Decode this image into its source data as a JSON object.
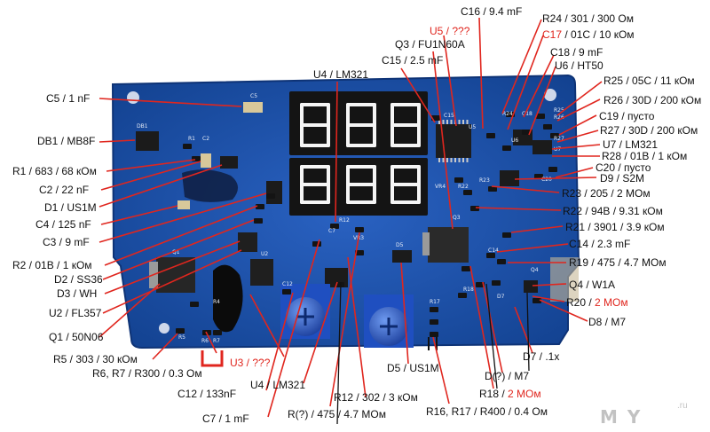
{
  "labels": {
    "c5": "C5 / 1 nF",
    "db1": "DB1 / MB8F",
    "r1": "R1 / 683 / 68 кОм",
    "c2": "C2 / 22 nF",
    "d1": "D1 / US1M",
    "c4": "C4 / 125 nF",
    "c3": "C3 / 9 mF",
    "r2": "R2 / 01B / 1 кОм",
    "d2": "D2 / SS36",
    "d3": "D3 / WH",
    "u2": "U2 / FL357",
    "q1": "Q1 / 50N06",
    "r5": "R5 / 303 / 30 кОм",
    "r6r7": "R6, R7 / R300 / 0.3 Ом",
    "u3": "U3 / ???",
    "c12": "C12 / 133nF",
    "c7": "C7 / 1 mF",
    "u4_bottom": "U4 / LM321",
    "u4_top": "U4 / LM321",
    "r_q": "R(?) / 475 / 4.7 МОм",
    "r12": "R12 / 302 / 3 кОм",
    "d5": "D5 / US1M",
    "r16": "R16, R17 / R400 / 0.4 Ом",
    "r18_a": "R18 / ",
    "r18_b": "2 МОм",
    "d_q": "D(?) / M7",
    "d7": "D7 / .1x",
    "d8": "D8 / M7",
    "r20_a": "R20 / ",
    "r20_b": "2 МОм",
    "q4": "Q4 / W1A",
    "r19": "R19 / 475 / 4.7 МОм",
    "c14": "C14 / 2.3 mF",
    "r21": "R21 / 3901 / 3.9 кОм",
    "r22": "R22 / 94B / 9.31 кОм",
    "r23": "R23 / 205 / 2 МОм",
    "d9": "D9 / S2M",
    "c20": "C20 / пусто",
    "r28": "R28 / 01B / 1 кОм",
    "u7": "U7 / LM321",
    "r27": "R27 / 30D / 200 кОм",
    "c19": "C19 / пусто",
    "r26": "R26 / 30D / 200 кОм",
    "r25": "R25 / 05C / 11 кОм",
    "u6": "U6 / HT50",
    "c18": "C18 / 9 mF",
    "c17_a": "C17",
    "c17_b": " / 01C / 10 кОм",
    "r24": "R24 / 301 / 300 Ом",
    "c16": "C16 / 9.4 mF",
    "u5": "U5 / ???",
    "q3": "Q3 / FU1N60A",
    "c15": "C15 / 2.5 mF"
  },
  "board_silk": {
    "c5": "C5",
    "db1": "DB1",
    "r1": "R1",
    "c2": "C2",
    "q1": "Q1",
    "u2": "U2",
    "r5": "R5",
    "r6": "R6",
    "r7": "R7",
    "c12": "C12",
    "r4": "R4",
    "c7": "C7",
    "r12": "R12",
    "vr3": "VR3",
    "d5": "D5",
    "r17": "R17",
    "r18": "R18",
    "c15": "C15",
    "u5": "U5",
    "vr4": "VR4",
    "r22": "R22",
    "r23": "R23",
    "q3": "Q3",
    "c14": "C14",
    "q4": "Q4",
    "d7": "D7",
    "r24": "R24",
    "c18": "C18",
    "r25": "R25",
    "r26": "R26",
    "r27": "R27",
    "u7": "U7",
    "u6": "U6",
    "c20": "C20"
  },
  "watermark": "M Y",
  "watermark_small": ".ru",
  "colors": {
    "board": "#1c4fa8",
    "board_dark": "#0f3680",
    "display": "#141414",
    "segment": "#f5f5f5",
    "label_red": "#e0261e",
    "arrow": "#e0261e"
  }
}
